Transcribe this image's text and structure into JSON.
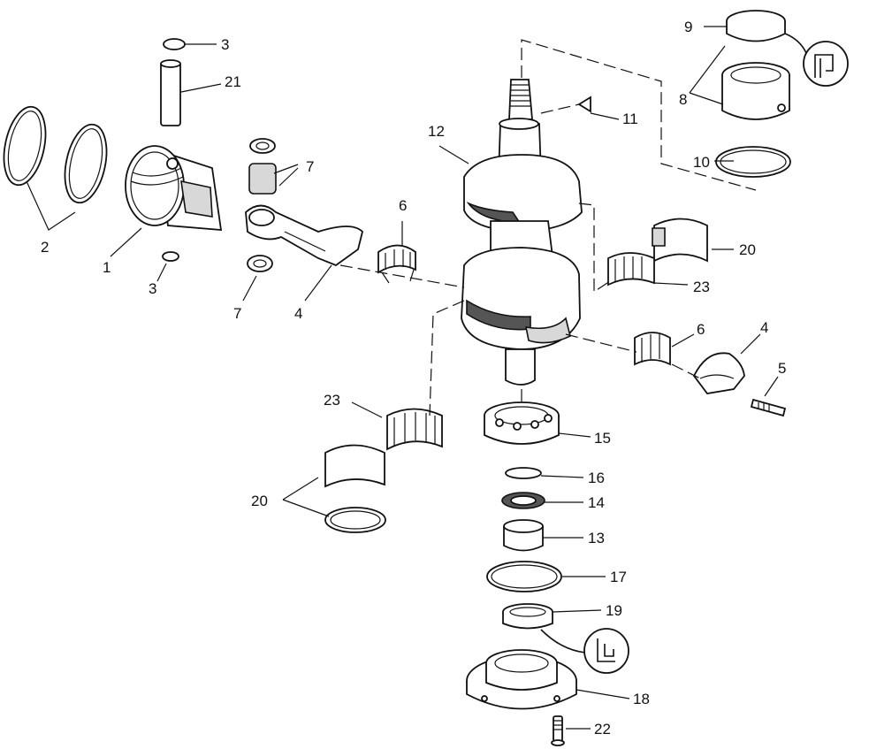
{
  "parts": [
    {
      "key": "p1",
      "label": "1"
    },
    {
      "key": "p2",
      "label": "2"
    },
    {
      "key": "p3a",
      "label": "3"
    },
    {
      "key": "p3b",
      "label": "3"
    },
    {
      "key": "p4a",
      "label": "4"
    },
    {
      "key": "p4b",
      "label": "4"
    },
    {
      "key": "p5",
      "label": "5"
    },
    {
      "key": "p6a",
      "label": "6"
    },
    {
      "key": "p6b",
      "label": "6"
    },
    {
      "key": "p7a",
      "label": "7"
    },
    {
      "key": "p7b",
      "label": "7"
    },
    {
      "key": "p8",
      "label": "8"
    },
    {
      "key": "p9",
      "label": "9"
    },
    {
      "key": "p10",
      "label": "10"
    },
    {
      "key": "p11",
      "label": "11"
    },
    {
      "key": "p12",
      "label": "12"
    },
    {
      "key": "p13",
      "label": "13"
    },
    {
      "key": "p14",
      "label": "14"
    },
    {
      "key": "p15",
      "label": "15"
    },
    {
      "key": "p16",
      "label": "16"
    },
    {
      "key": "p17",
      "label": "17"
    },
    {
      "key": "p18",
      "label": "18"
    },
    {
      "key": "p19",
      "label": "19"
    },
    {
      "key": "p20a",
      "label": "20"
    },
    {
      "key": "p20b",
      "label": "20"
    },
    {
      "key": "p21",
      "label": "21"
    },
    {
      "key": "p22",
      "label": "22"
    },
    {
      "key": "p23a",
      "label": "23"
    },
    {
      "key": "p23b",
      "label": "23"
    }
  ],
  "symbols": [
    {
      "key": "s1",
      "icon": "lubricant-symbol-icon"
    },
    {
      "key": "s2",
      "icon": "lubricant-symbol-icon"
    }
  ]
}
